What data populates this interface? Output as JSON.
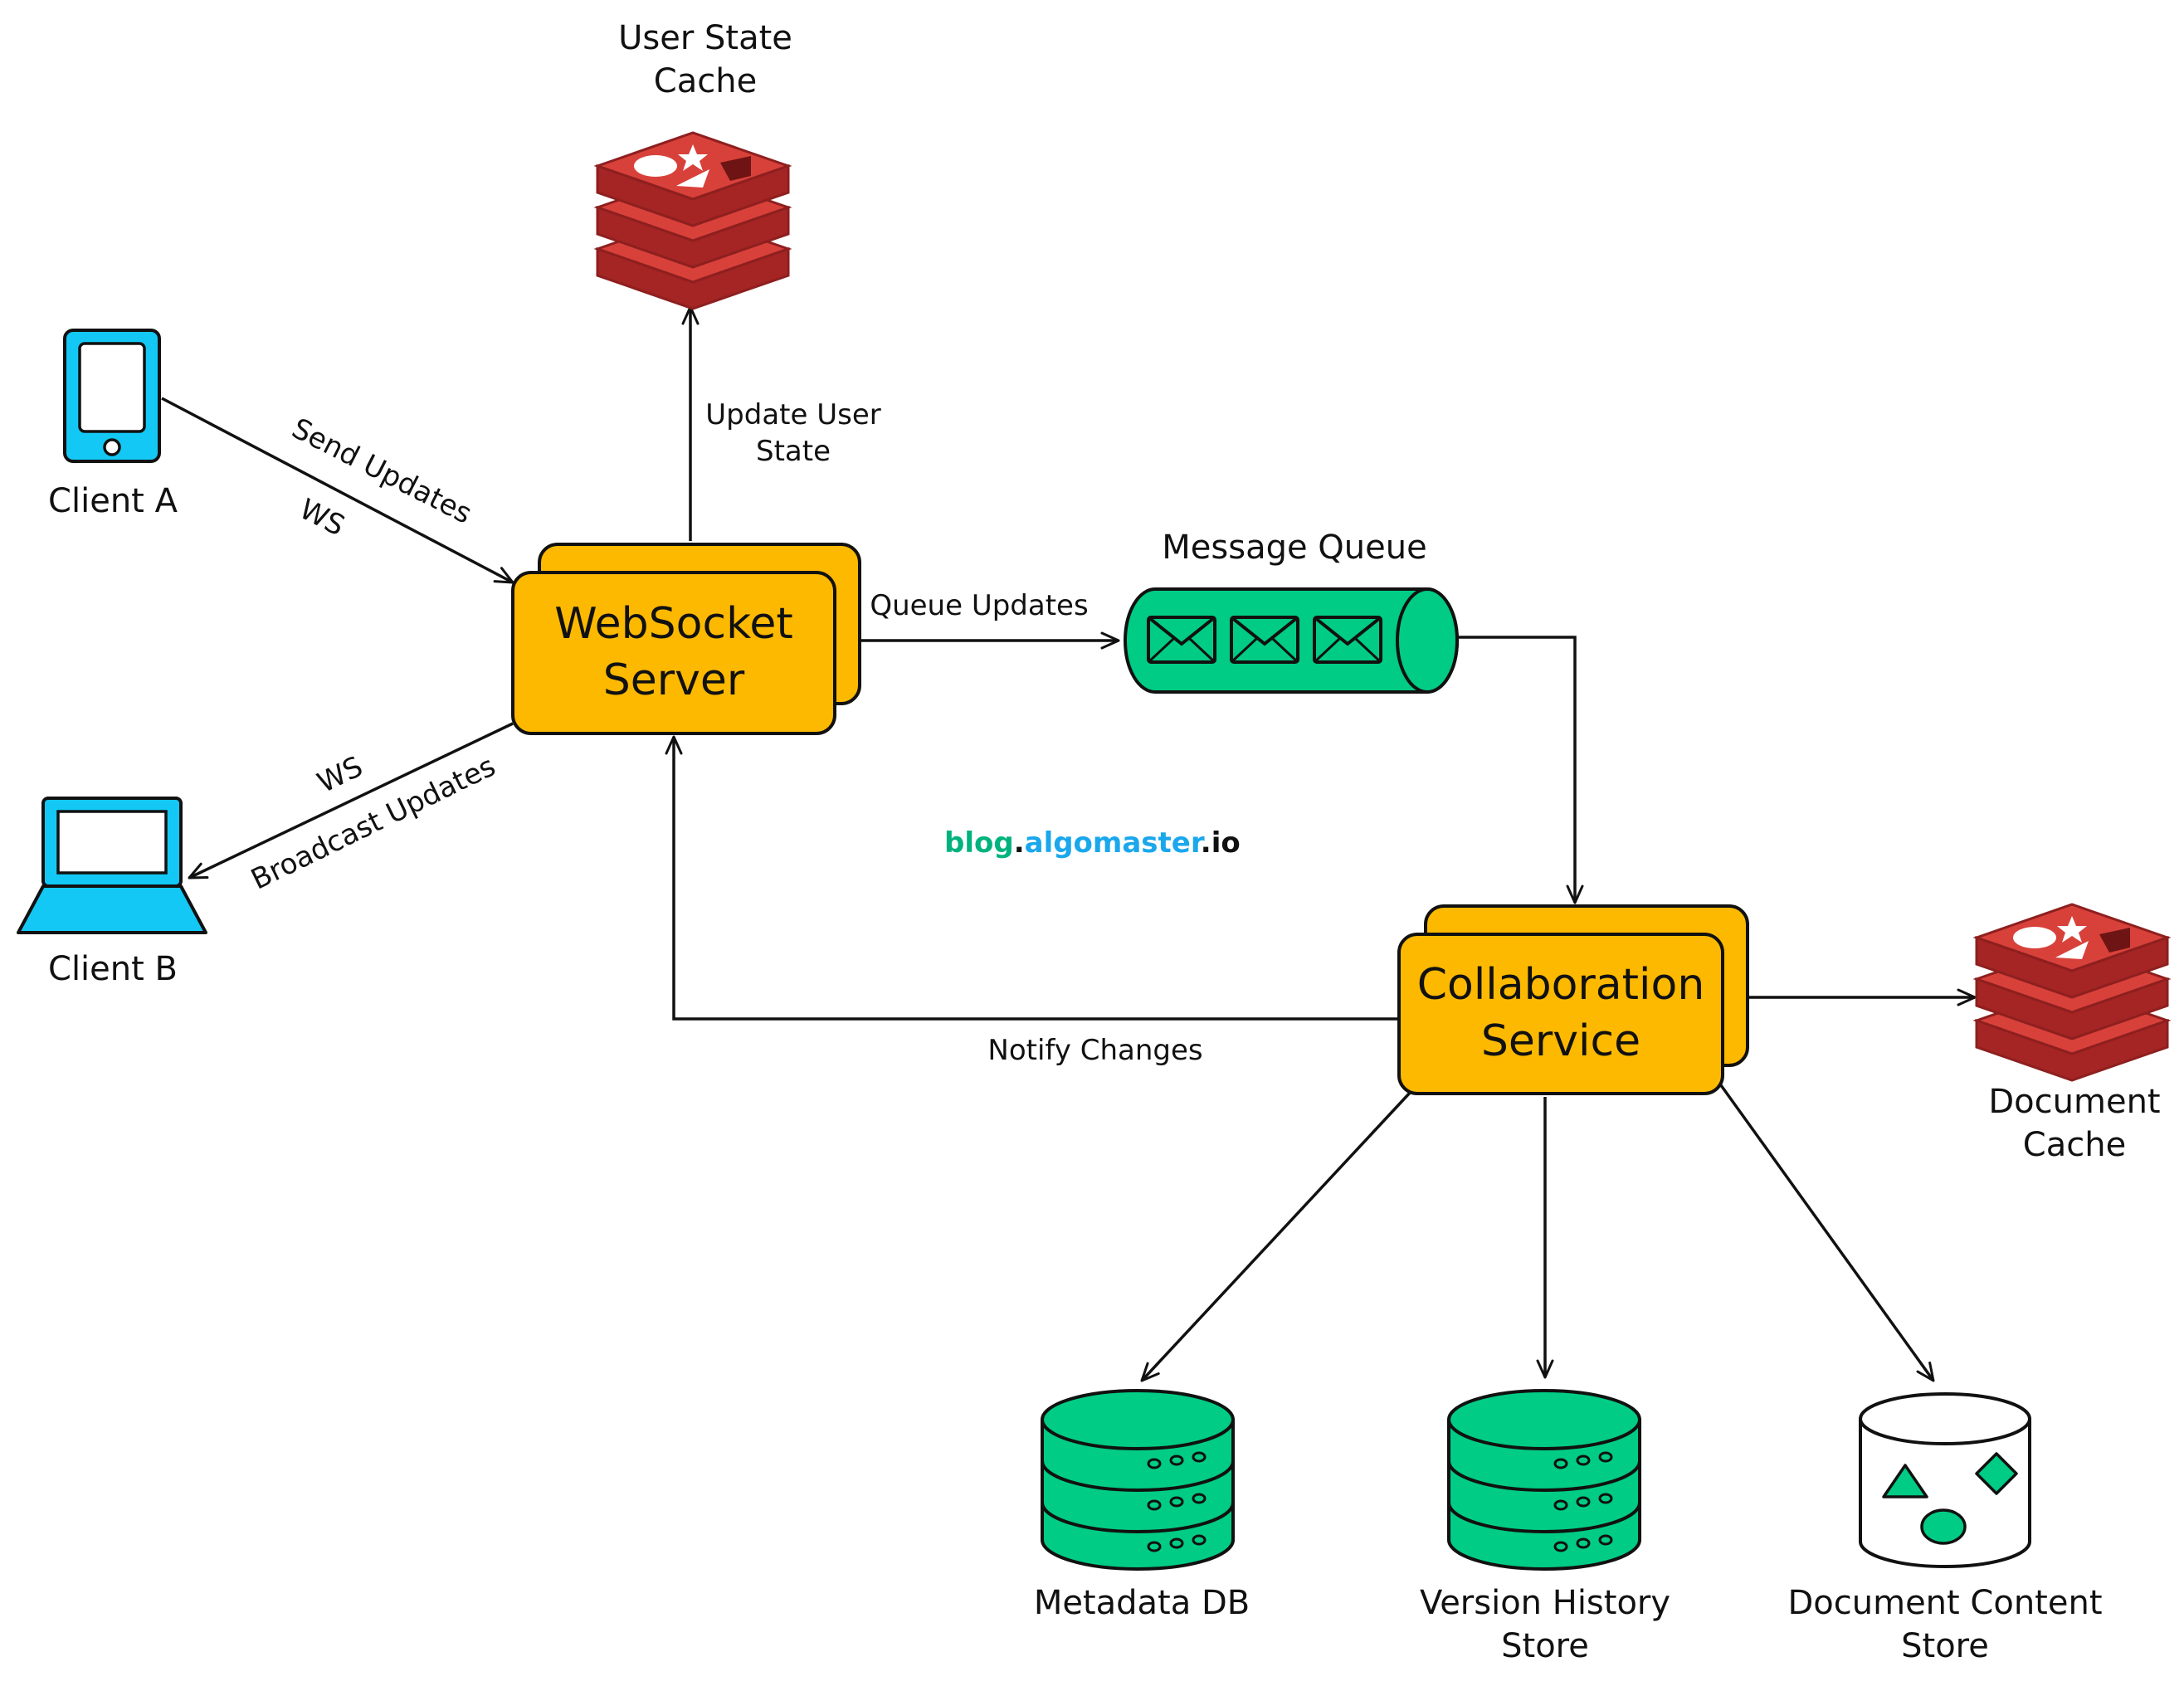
{
  "nodes": {
    "client_a": "Client A",
    "client_b": "Client B",
    "user_state_cache": "User State\nCache",
    "websocket_server": "WebSocket\nServer",
    "message_queue": "Message Queue",
    "collaboration_service": "Collaboration\nService",
    "document_cache": "Document\nCache",
    "metadata_db": "Metadata DB",
    "version_history_store": "Version History\nStore",
    "document_content_store": "Document Content\nStore"
  },
  "edges": {
    "send_updates": "Send Updates",
    "ws_in": "WS",
    "ws_out": "WS",
    "broadcast_updates": "Broadcast Updates",
    "update_user_state": "Update User\nState",
    "queue_updates": "Queue Updates",
    "notify_changes": "Notify Changes"
  },
  "watermark": {
    "part1": "blog",
    "dot1": ".",
    "part2": "algomaster",
    "dot2": ".",
    "part3": "io"
  },
  "colors": {
    "service_box": "#FDB900",
    "green": "#00CC85",
    "client_blue": "#14C8F5",
    "redis_red": "#C62D2D",
    "brand_green": "#00B27D",
    "brand_blue": "#1AA7EC"
  },
  "icons": {
    "client_a": "mobile-phone-icon",
    "client_b": "laptop-icon",
    "user_state_cache": "redis-cache-icon",
    "document_cache": "redis-cache-icon",
    "message_queue": "message-queue-icon",
    "metadata_db": "database-icon",
    "version_history_store": "database-icon",
    "document_content_store": "object-store-icon"
  }
}
